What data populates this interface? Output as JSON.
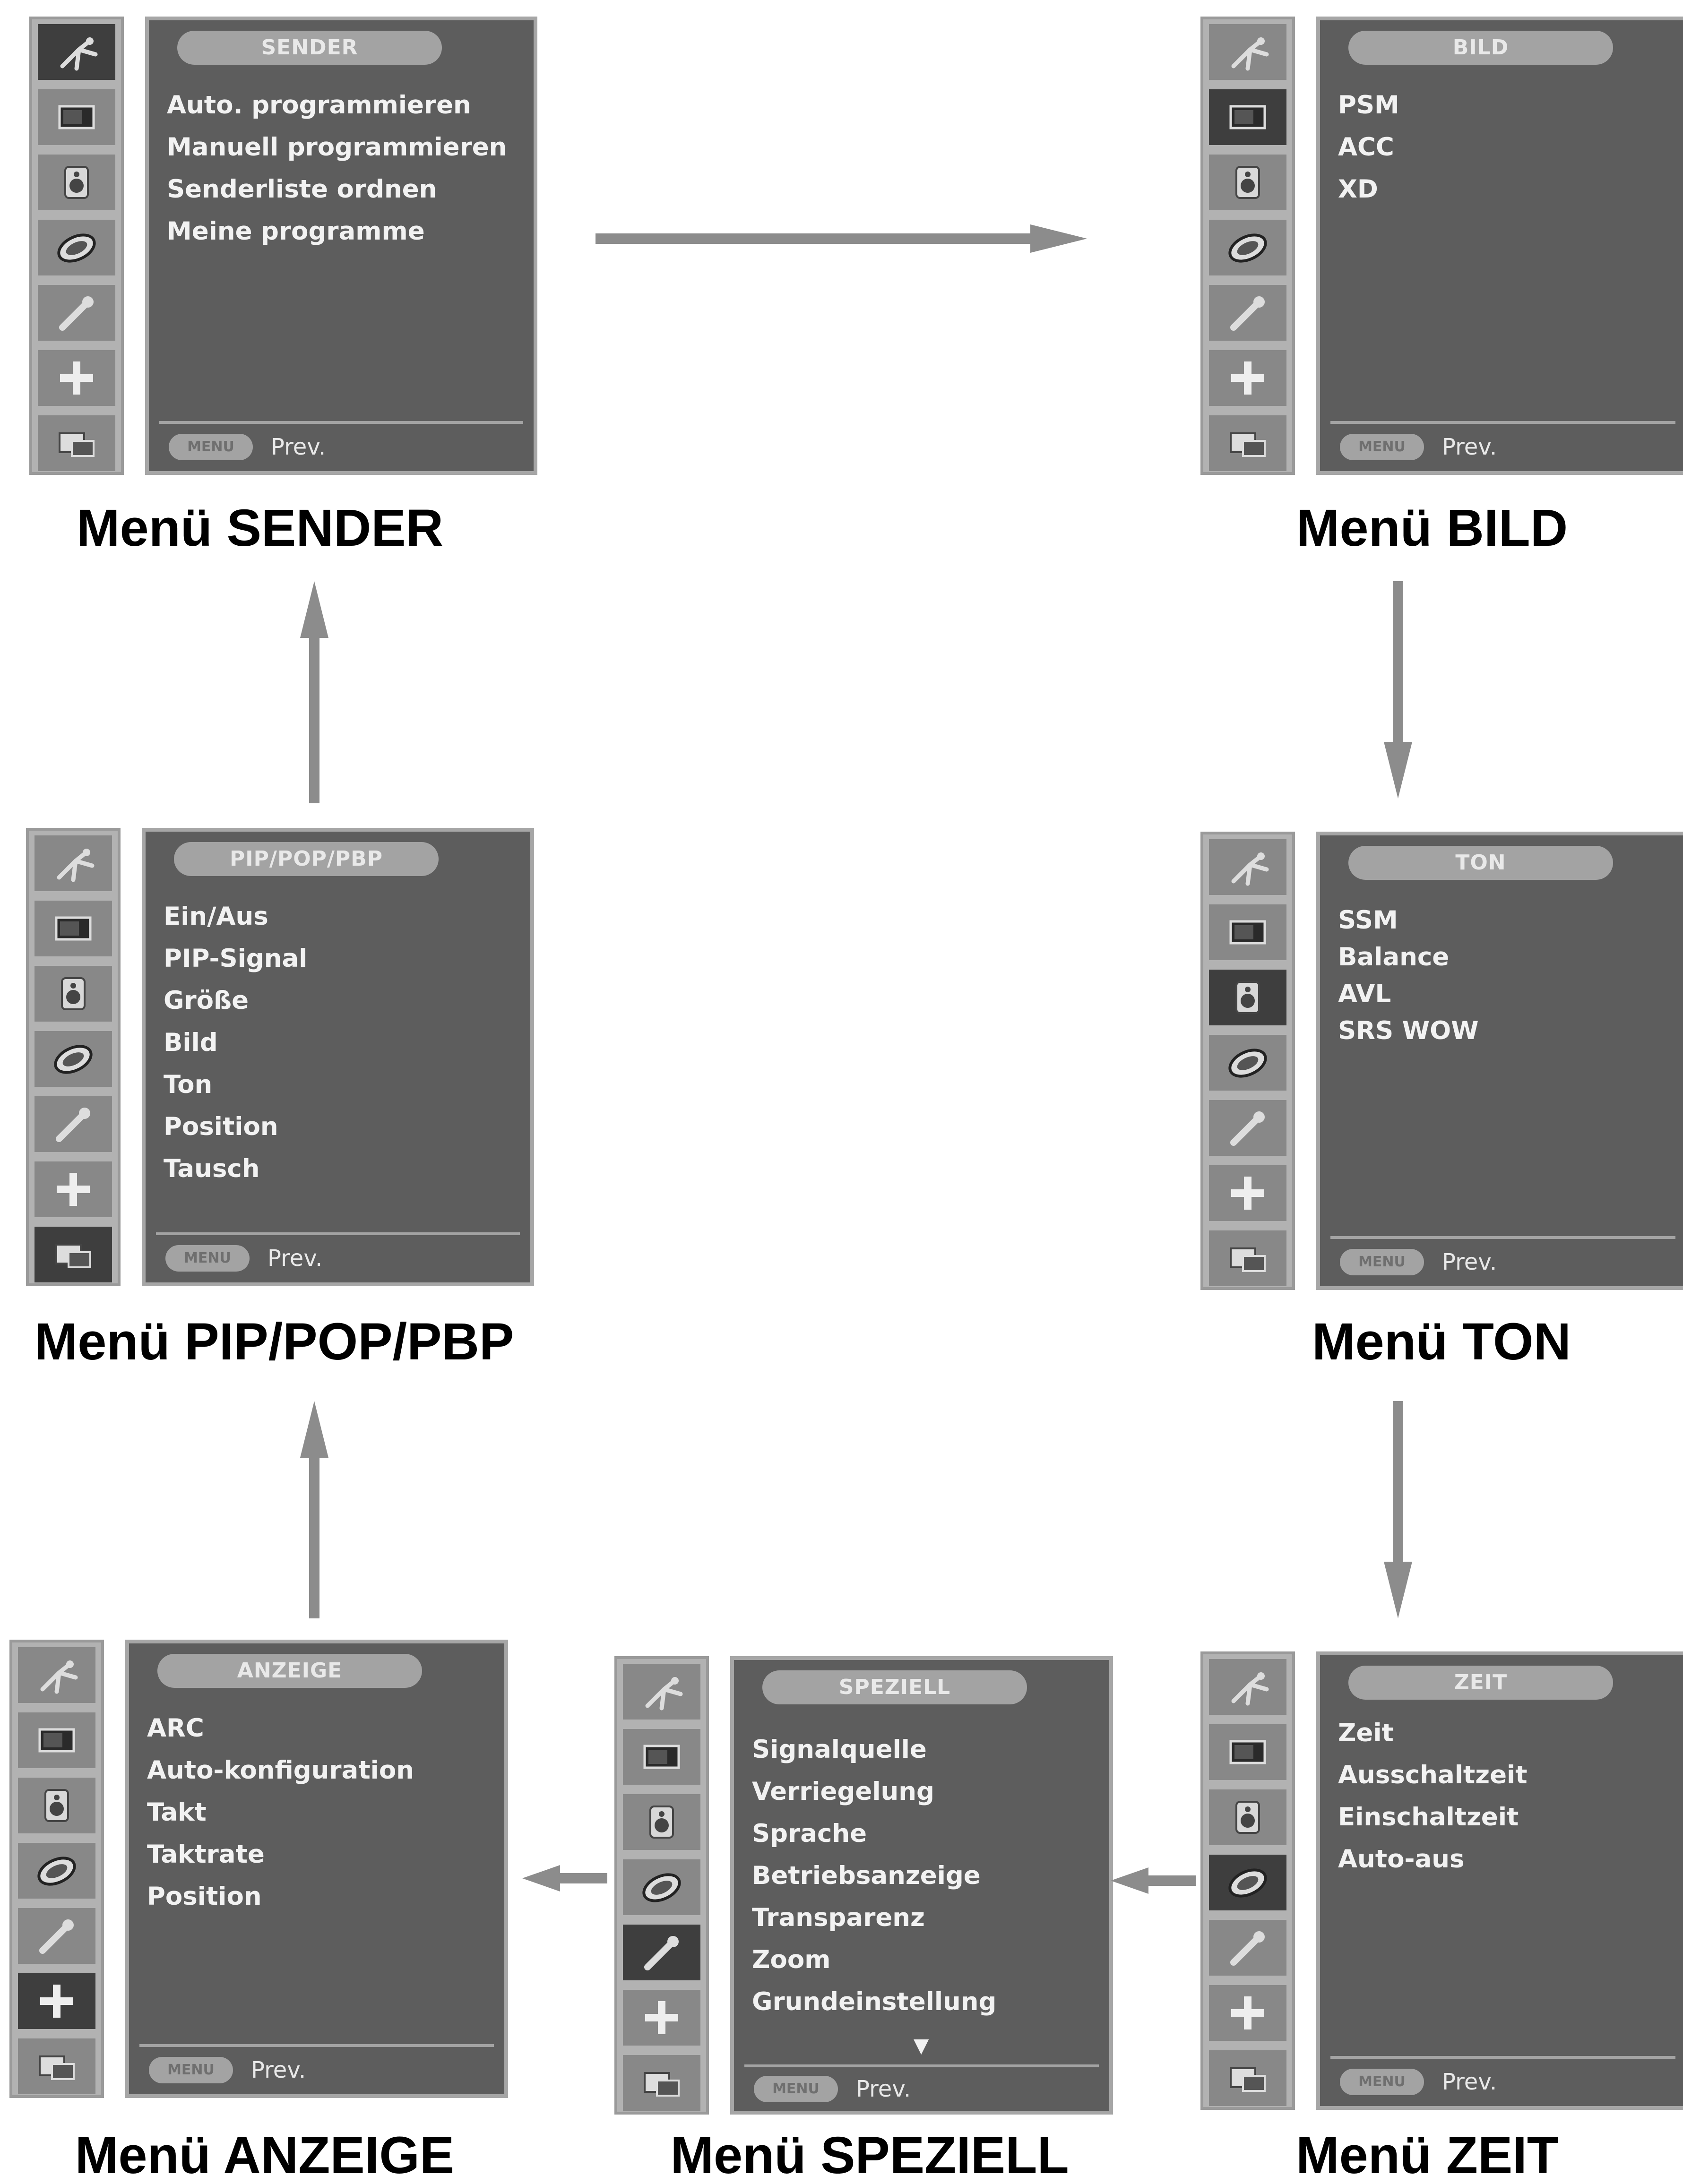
{
  "footer": {
    "menu_button": "MENU",
    "prev_label": "Prev."
  },
  "menus": {
    "sender": {
      "title": "SENDER",
      "caption": "Menü SENDER",
      "items": [
        "Auto.  programmieren",
        "Manuell  programmieren",
        "Senderliste  ordnen",
        "Meine programme"
      ]
    },
    "bild": {
      "title": "BILD",
      "caption": "Menü BILD",
      "items": [
        "PSM",
        "ACC",
        "XD"
      ]
    },
    "ton": {
      "title": "TON",
      "caption": "Menü TON",
      "items": [
        "SSM",
        "Balance",
        "AVL",
        "SRS WOW"
      ]
    },
    "zeit": {
      "title": "ZEIT",
      "caption": "Menü ZEIT",
      "items": [
        "Zeit",
        "Ausschaltzeit",
        "Einschaltzeit",
        "Auto-aus"
      ]
    },
    "speziell": {
      "title": "SPEZIELL",
      "caption": "Menü SPEZIELL",
      "items": [
        "Signalquelle",
        "Verriegelung",
        "Sprache",
        "Betriebsanzeige",
        "Transparenz",
        "Zoom",
        "Grundeinstellung"
      ],
      "more_indicator": "▼"
    },
    "anzeige": {
      "title": "ANZEIGE",
      "caption": "Menü ANZEIGE",
      "items": [
        "ARC",
        "Auto-konfiguration",
        "Takt",
        "Taktrate",
        "Position"
      ]
    },
    "pip": {
      "title": "PIP/POP/PBP",
      "caption": "Menü PIP/POP/PBP",
      "items": [
        "Ein/Aus",
        "PIP-Signal",
        "Größe",
        "Bild",
        "Ton",
        "Position",
        "Tausch"
      ]
    }
  },
  "sidebar_icons": [
    "antenna-icon",
    "picture-icon",
    "speaker-icon",
    "clock-icon",
    "wrench-icon",
    "crosshair-icon",
    "pip-icon"
  ],
  "colors": {
    "panel": "#5d5d5d",
    "sidebar": "#b2b2b2",
    "active_tile": "#3e3e3e",
    "arrow": "#8c8c8c"
  }
}
